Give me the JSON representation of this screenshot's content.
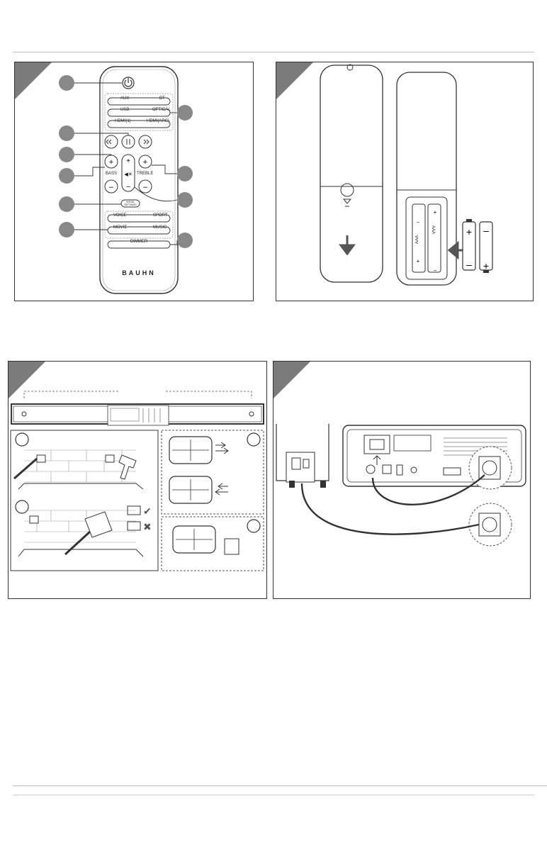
{
  "remote": {
    "brand": "BAUHN",
    "sources": [
      "AUX",
      "BT",
      "USB",
      "OPTICAL",
      "HDMI(1)",
      "HDMI(ARC)"
    ],
    "bass_label": "BASS",
    "treble_label": "TREBLE",
    "modes": [
      "VOICE",
      "SPORT",
      "MOVIE",
      "MUSIC"
    ],
    "dimmer_label": "DIMMER",
    "initial_label": "INITIAL SETTINGS"
  },
  "battery": {
    "type_label": "AAA"
  }
}
